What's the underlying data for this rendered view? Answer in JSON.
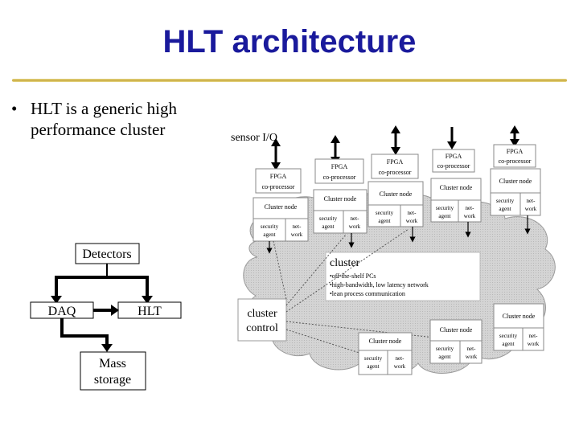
{
  "slide": {
    "title": "HLT architecture",
    "bullet": "HLT is a generic high performance cluster"
  },
  "flow": {
    "detectors": "Detectors",
    "daq": "DAQ",
    "hlt": "HLT",
    "mass_storage_line1": "Mass",
    "mass_storage_line2": "storage"
  },
  "cluster_diagram": {
    "sensor_io": "sensor I/O",
    "fpga": "FPGA",
    "co_processor": "co-processor",
    "cluster_node": "Cluster node",
    "security_agent_line1": "security",
    "security_agent_line2": "agent",
    "net_work_line1": "net-",
    "net_work_line2": "work",
    "cluster_heading": "cluster",
    "cluster_items": [
      "•off-the-shelf PCs",
      "•high-bandwidth, low latency network",
      "•lean process communication"
    ],
    "cluster_control_line1": "cluster",
    "cluster_control_line2": "control"
  },
  "colors": {
    "title": "#1a1a9c",
    "rule": "#c8a93e",
    "cloud": "#cfcfcf"
  }
}
